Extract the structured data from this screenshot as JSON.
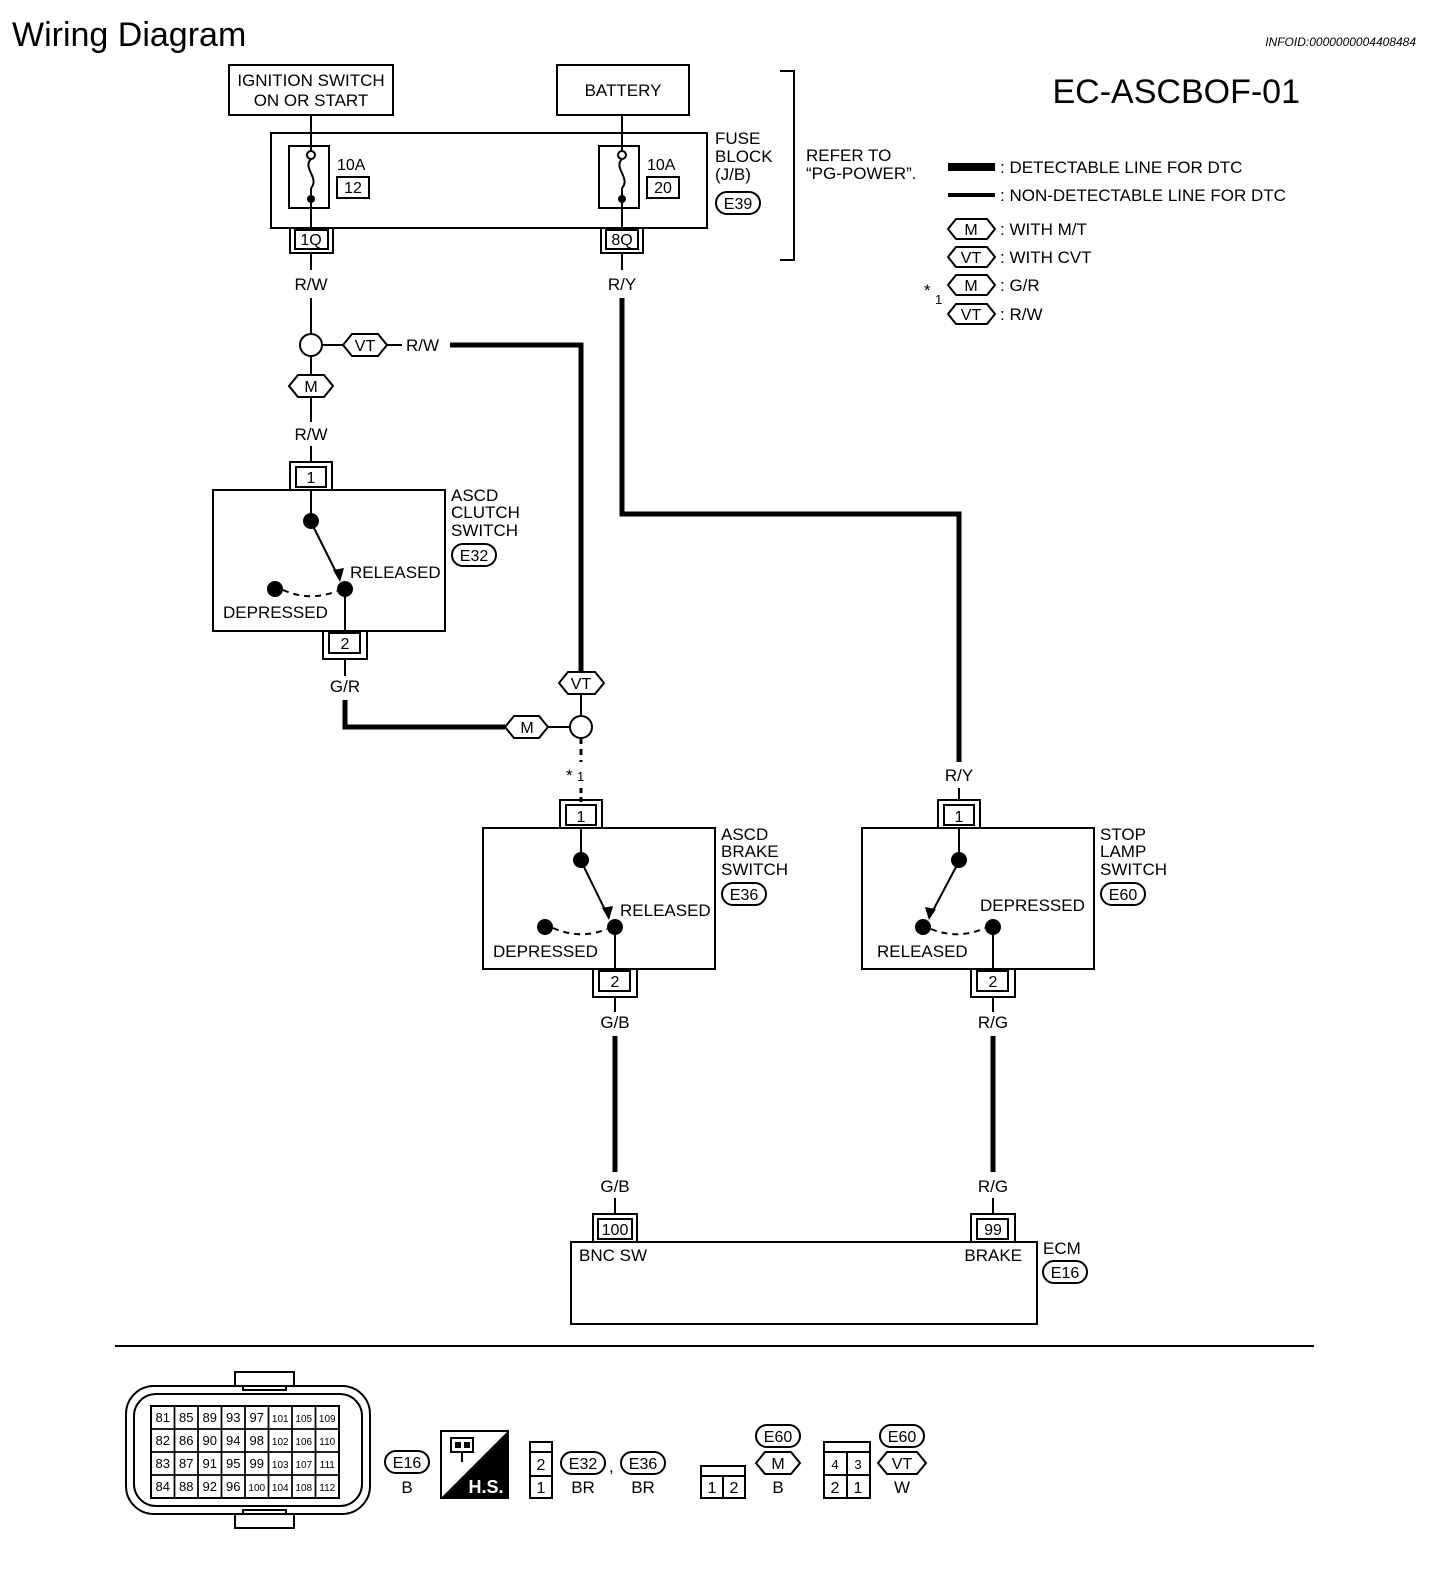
{
  "header": {
    "title": "Wiring Diagram",
    "info_id": "INFOID:0000000004408484",
    "diagram_code": "EC-ASCBOF-01"
  },
  "sources": {
    "ignition_line1": "IGNITION SWITCH",
    "ignition_line2": "ON OR START",
    "battery": "BATTERY"
  },
  "fuse_block": {
    "name_line1": "FUSE",
    "name_line2": "BLOCK",
    "name_line3": "(J/B)",
    "connector": "E39",
    "fuse_left_rating": "10A",
    "fuse_left_no": "12",
    "fuse_right_rating": "10A",
    "fuse_right_no": "20",
    "term_left": "1Q",
    "term_right": "8Q",
    "refer_line1": "REFER TO",
    "refer_line2": "“PG-POWER”."
  },
  "legend": {
    "detectable": ": DETECTABLE LINE FOR DTC",
    "non_detectable": ": NON-DETECTABLE LINE FOR DTC",
    "mt_tag": "M",
    "mt_text": ": WITH M/T",
    "cvt_tag": "VT",
    "cvt_text": ": WITH CVT",
    "star": "*",
    "star_sub": "1",
    "star_m_tag": "M",
    "star_m_text": ": G/R",
    "star_vt_tag": "VT",
    "star_vt_text": ": R/W"
  },
  "wires": {
    "rw_top": "R/W",
    "ry_top": "R/Y",
    "vt_tag_top": "VT",
    "rw_branch": "R/W",
    "m_tag_left": "M",
    "rw_mid": "R/W",
    "gr": "G/R",
    "vt_tag_mid": "VT",
    "m_tag_mid": "M",
    "star_label": "*",
    "star_sub": "1",
    "ry_lower": "R/Y",
    "gb_upper": "G/B",
    "gb_lower": "G/B",
    "rg_upper": "R/G",
    "rg_lower": "R/G"
  },
  "clutch_switch": {
    "name_line1": "ASCD",
    "name_line2": "CLUTCH",
    "name_line3": "SWITCH",
    "connector": "E32",
    "pin_top": "1",
    "pin_bottom": "2",
    "released": "RELEASED",
    "depressed": "DEPRESSED"
  },
  "brake_switch": {
    "name_line1": "ASCD",
    "name_line2": "BRAKE",
    "name_line3": "SWITCH",
    "connector": "E36",
    "pin_top": "1",
    "pin_bottom": "2",
    "released": "RELEASED",
    "depressed": "DEPRESSED"
  },
  "stop_lamp": {
    "name_line1": "STOP",
    "name_line2": "LAMP",
    "name_line3": "SWITCH",
    "connector": "E60",
    "pin_top": "1",
    "pin_bottom": "2",
    "released": "RELEASED",
    "depressed": "DEPRESSED"
  },
  "ecm": {
    "name": "ECM",
    "connector": "E16",
    "pin_left": "100",
    "pin_right": "99",
    "label_left": "BNC SW",
    "label_right": "BRAKE"
  },
  "connectors_footer": {
    "ecm_pins": [
      [
        "81",
        "85",
        "89",
        "93",
        "97",
        "101",
        "105",
        "109"
      ],
      [
        "82",
        "86",
        "90",
        "94",
        "98",
        "102",
        "106",
        "110"
      ],
      [
        "83",
        "87",
        "91",
        "95",
        "99",
        "103",
        "107",
        "111"
      ],
      [
        "84",
        "88",
        "92",
        "96",
        "100",
        "104",
        "108",
        "112"
      ]
    ],
    "ecm_conn": "E16",
    "ecm_color": "B",
    "hs_label": "H.S.",
    "c2_pin_a": "2",
    "c2_pin_b": "1",
    "c2_conn_a": "E32",
    "c2_sep": ",",
    "c2_conn_b": "E36",
    "c2_color_a": "BR",
    "c2_color_b": "BR",
    "c3_pin_a": "1",
    "c3_pin_b": "2",
    "c3_conn": "E60",
    "c3_tag": "M",
    "c3_color": "B",
    "c4_pins_top": [
      "4",
      "3"
    ],
    "c4_pins_bottom": [
      "2",
      "1"
    ],
    "c4_conn": "E60",
    "c4_tag": "VT",
    "c4_color": "W"
  }
}
